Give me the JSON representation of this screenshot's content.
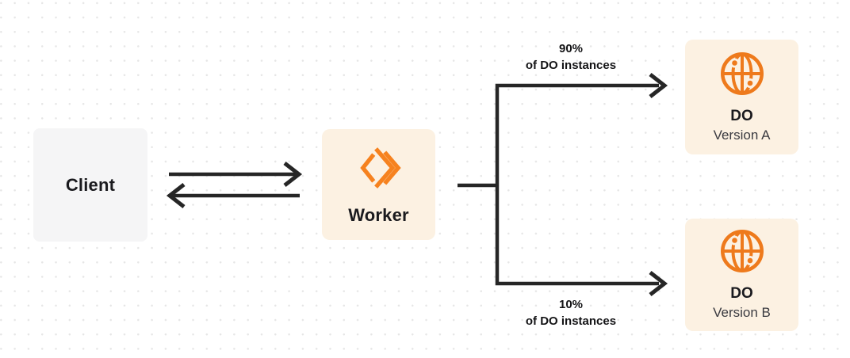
{
  "diagram": {
    "background": {
      "bg_color": "#ffffff",
      "dot_color": "#e6e6e6"
    },
    "colors": {
      "worker_logo_orange": "#f6821f",
      "globe_orange": "#ee7a1c",
      "cream_box_bg": "#fcf1e2",
      "gray_box_bg": "#f5f5f6",
      "line_dark": "#262626",
      "text_primary": "#1a1a1e",
      "text_secondary": "#3a3a40"
    },
    "nodes": {
      "client": {
        "label": "Client"
      },
      "worker": {
        "label": "Worker",
        "icon": "cloudflare-workers-logo-icon"
      },
      "do_version_a": {
        "title": "DO",
        "subtitle": "Version A",
        "icon": "durable-object-globe-icon"
      },
      "do_version_b": {
        "title": "DO",
        "subtitle": "Version B",
        "icon": "durable-object-globe-icon"
      }
    },
    "edge_labels": {
      "top_branch": {
        "line1": "90%",
        "line2": "of DO instances"
      },
      "bottom_branch": {
        "line1": "10%",
        "line2": "of DO instances"
      }
    }
  }
}
